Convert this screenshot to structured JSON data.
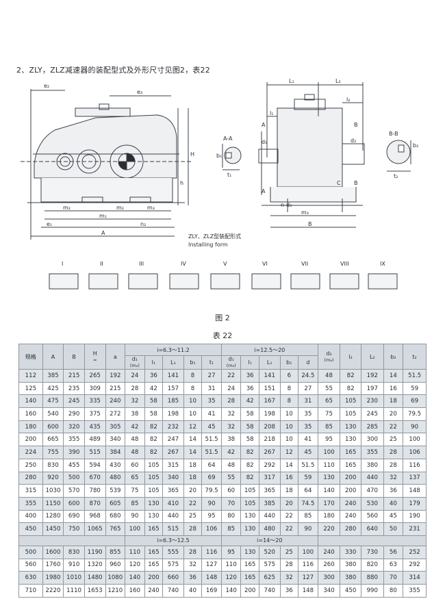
{
  "heading": "2、ZLY，ZLZ减速器的装配型式及外形尺寸见图2，表22",
  "diagram": {
    "install_caption_line1": "ZLY、ZLZ型装配形式",
    "install_caption_line2": "Installing form",
    "section_aa": "A-A",
    "section_bb": "B-B",
    "labels_front": [
      "e₂",
      "e₃",
      "H",
      "h",
      "m₂",
      "m₂",
      "m₃",
      "e₁",
      "m₁",
      "n₂",
      "A"
    ],
    "labels_side": [
      "L₁",
      "L₂",
      "l₁",
      "l₂",
      "A",
      "A",
      "B",
      "B",
      "C",
      "d₁",
      "d₂",
      "n-d₃",
      "m₃",
      "B"
    ],
    "labels_aa": [
      "b₁",
      "t₁"
    ],
    "labels_bb": [
      "b₂",
      "t₂"
    ],
    "mounting_forms": [
      "I",
      "II",
      "III",
      "IV",
      "V",
      "VI",
      "VII",
      "VIII",
      "IX"
    ]
  },
  "figure_caption": "图 2",
  "table_caption": "表 22",
  "table": {
    "h_spec": "规格",
    "h_A": "A",
    "h_B": "B",
    "h_H": "H",
    "h_H_sub": "≈",
    "h_a": "a",
    "group1": "i=6.3～11.2",
    "group2": "i=12.5～20",
    "sub_d1": "d₁",
    "sub_m6": "(m₆)",
    "sub_l1": "l₁",
    "sub_L1": "L₁",
    "sub_b1": "b₁",
    "sub_t1": "t₁",
    "h_d": "d",
    "h_d2": "d₂",
    "h_d2_sub": "(m₆)",
    "h_l2": "l₂",
    "h_L2": "L₂",
    "h_b2": "b₂",
    "h_t2": "t₂",
    "rows_a": [
      [
        "112",
        "385",
        "215",
        "265",
        "192",
        "24",
        "36",
        "141",
        "8",
        "27",
        "22",
        "36",
        "141",
        "6",
        "24.5",
        "48",
        "82",
        "192",
        "14",
        "51.5"
      ],
      [
        "125",
        "425",
        "235",
        "309",
        "215",
        "28",
        "42",
        "157",
        "8",
        "31",
        "24",
        "36",
        "151",
        "8",
        "27",
        "55",
        "82",
        "197",
        "16",
        "59"
      ],
      [
        "140",
        "475",
        "245",
        "335",
        "240",
        "32",
        "58",
        "185",
        "10",
        "35",
        "28",
        "42",
        "167",
        "8",
        "31",
        "65",
        "105",
        "230",
        "18",
        "69"
      ],
      [
        "160",
        "540",
        "290",
        "375",
        "272",
        "38",
        "58",
        "198",
        "10",
        "41",
        "32",
        "58",
        "198",
        "10",
        "35",
        "75",
        "105",
        "245",
        "20",
        "79.5"
      ],
      [
        "180",
        "600",
        "320",
        "435",
        "305",
        "42",
        "82",
        "232",
        "12",
        "45",
        "32",
        "58",
        "208",
        "10",
        "35",
        "85",
        "130",
        "285",
        "22",
        "90"
      ],
      [
        "200",
        "665",
        "355",
        "489",
        "340",
        "48",
        "82",
        "247",
        "14",
        "51.5",
        "38",
        "58",
        "218",
        "10",
        "41",
        "95",
        "130",
        "300",
        "25",
        "100"
      ],
      [
        "224",
        "755",
        "390",
        "515",
        "384",
        "48",
        "82",
        "267",
        "14",
        "51.5",
        "42",
        "82",
        "267",
        "12",
        "45",
        "100",
        "165",
        "355",
        "28",
        "106"
      ],
      [
        "250",
        "830",
        "455",
        "594",
        "430",
        "60",
        "105",
        "315",
        "18",
        "64",
        "48",
        "82",
        "292",
        "14",
        "51.5",
        "110",
        "165",
        "380",
        "28",
        "116"
      ],
      [
        "280",
        "920",
        "500",
        "670",
        "480",
        "65",
        "105",
        "340",
        "18",
        "69",
        "55",
        "82",
        "317",
        "16",
        "59",
        "130",
        "200",
        "440",
        "32",
        "137"
      ],
      [
        "315",
        "1030",
        "570",
        "780",
        "539",
        "75",
        "105",
        "365",
        "20",
        "79.5",
        "60",
        "105",
        "365",
        "18",
        "64",
        "140",
        "200",
        "470",
        "36",
        "148"
      ],
      [
        "355",
        "1150",
        "600",
        "870",
        "605",
        "85",
        "130",
        "410",
        "22",
        "90",
        "70",
        "105",
        "385",
        "20",
        "74.5",
        "170",
        "240",
        "530",
        "40",
        "179"
      ],
      [
        "400",
        "1280",
        "690",
        "968",
        "680",
        "90",
        "130",
        "440",
        "25",
        "95",
        "80",
        "130",
        "440",
        "22",
        "85",
        "180",
        "240",
        "560",
        "45",
        "190"
      ],
      [
        "450",
        "1450",
        "750",
        "1065",
        "765",
        "100",
        "165",
        "515",
        "28",
        "106",
        "85",
        "130",
        "480",
        "22",
        "90",
        "220",
        "280",
        "640",
        "50",
        "231"
      ]
    ],
    "group3": "i=6.3～12.5",
    "group4": "i=14～20",
    "rows_b": [
      [
        "500",
        "1600",
        "830",
        "1190",
        "855",
        "110",
        "165",
        "555",
        "28",
        "116",
        "95",
        "130",
        "520",
        "25",
        "100",
        "240",
        "330",
        "730",
        "56",
        "252"
      ],
      [
        "560",
        "1760",
        "910",
        "1320",
        "960",
        "120",
        "165",
        "575",
        "32",
        "127",
        "110",
        "165",
        "575",
        "28",
        "116",
        "260",
        "380",
        "820",
        "63",
        "292"
      ],
      [
        "630",
        "1980",
        "1010",
        "1480",
        "1080",
        "140",
        "200",
        "660",
        "36",
        "148",
        "120",
        "165",
        "625",
        "32",
        "127",
        "300",
        "380",
        "880",
        "70",
        "314"
      ],
      [
        "710",
        "2220",
        "1110",
        "1653",
        "1210",
        "160",
        "240",
        "740",
        "40",
        "169",
        "140",
        "200",
        "740",
        "36",
        "148",
        "340",
        "450",
        "990",
        "80",
        "355"
      ]
    ]
  }
}
